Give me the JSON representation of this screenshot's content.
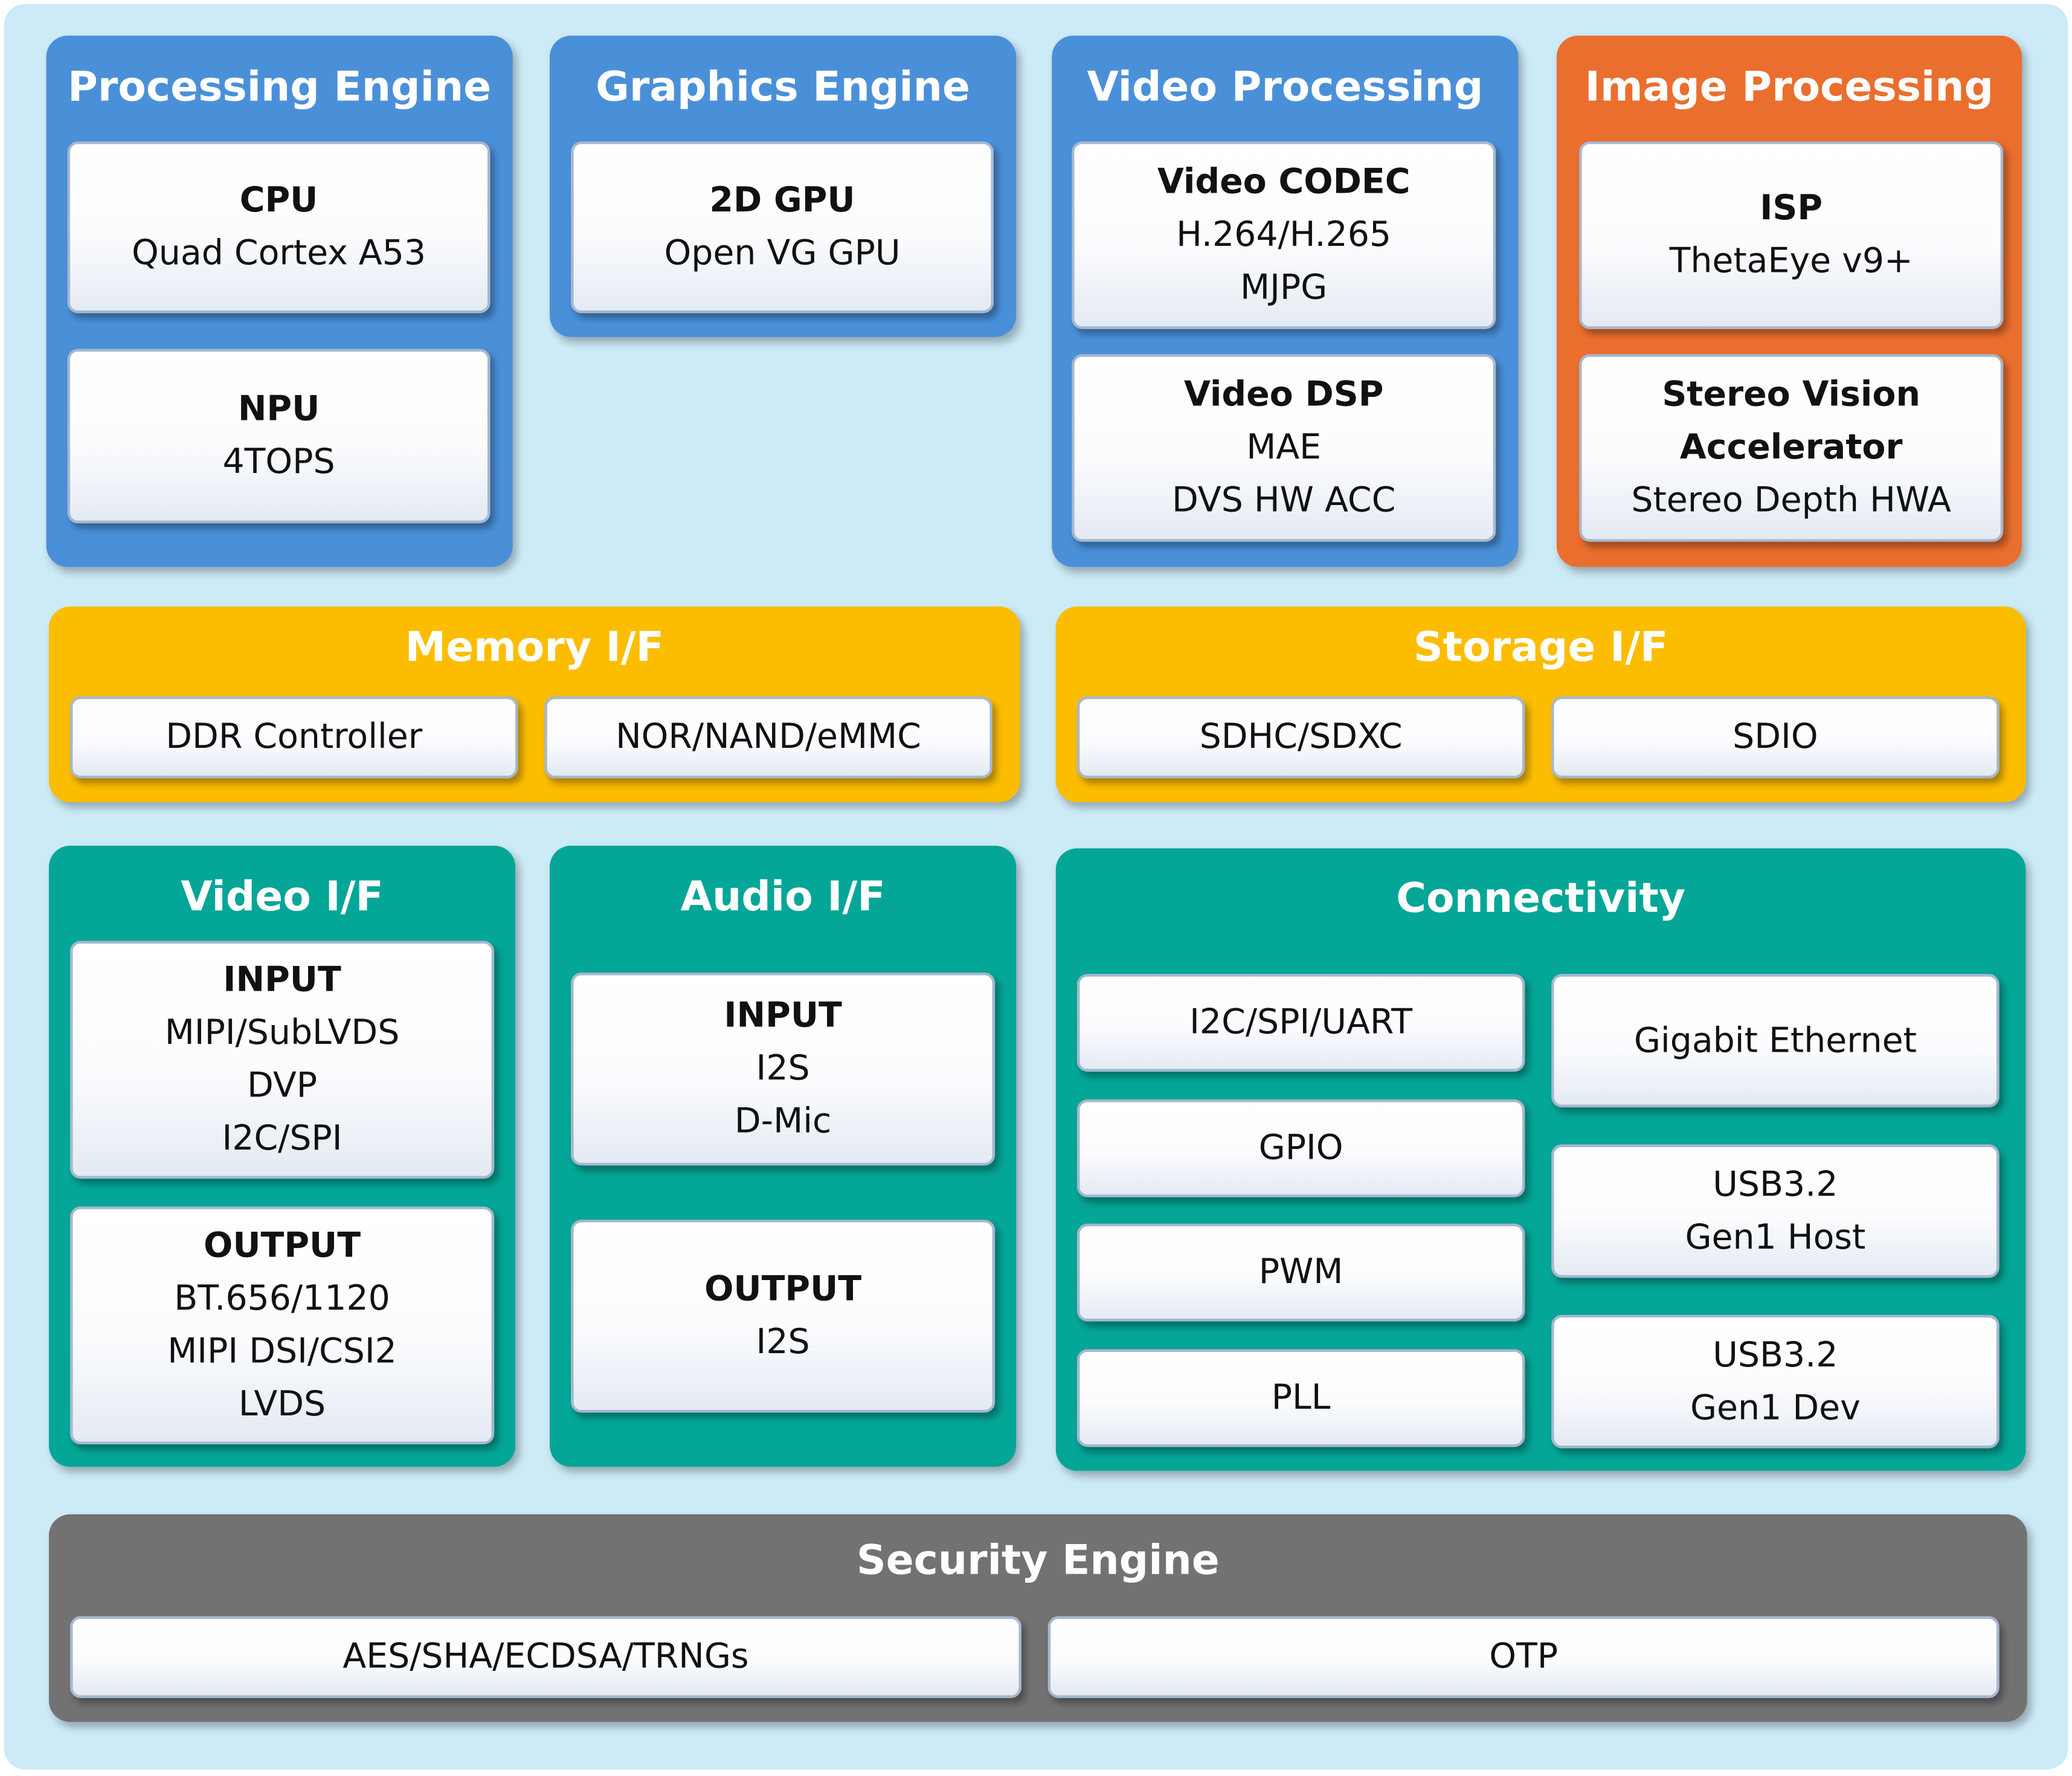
{
  "processing": {
    "title": "Processing Engine",
    "cpu": {
      "name": "CPU",
      "detail": "Quad Cortex A53"
    },
    "npu": {
      "name": "NPU",
      "detail": "4TOPS"
    }
  },
  "graphics": {
    "title": "Graphics Engine",
    "gpu": {
      "name": "2D GPU",
      "detail": "Open VG GPU"
    }
  },
  "video_processing": {
    "title": "Video Processing",
    "codec": {
      "name": "Video CODEC",
      "line1": "H.264/H.265",
      "line2": "MJPG"
    },
    "dsp": {
      "name": "Video DSP",
      "line1": "MAE",
      "line2": "DVS HW ACC"
    }
  },
  "image_processing": {
    "title": "Image Processing",
    "isp": {
      "name": "ISP",
      "detail": "ThetaEye v9+"
    },
    "stereo": {
      "name_line1": "Stereo Vision",
      "name_line2": "Accelerator",
      "detail": "Stereo Depth HWA"
    }
  },
  "memory_if": {
    "title": "Memory I/F",
    "items": [
      "DDR Controller",
      "NOR/NAND/eMMC"
    ]
  },
  "storage_if": {
    "title": "Storage I/F",
    "items": [
      "SDHC/SDXC",
      "SDIO"
    ]
  },
  "video_if": {
    "title": "Video I/F",
    "input": {
      "name": "INPUT",
      "lines": [
        "MIPI/SubLVDS",
        "DVP",
        "I2C/SPI"
      ]
    },
    "output": {
      "name": "OUTPUT",
      "lines": [
        "BT.656/1120",
        "MIPI DSI/CSI2",
        "LVDS"
      ]
    }
  },
  "audio_if": {
    "title": "Audio I/F",
    "input": {
      "name": "INPUT",
      "lines": [
        "I2S",
        "D-Mic"
      ]
    },
    "output": {
      "name": "OUTPUT",
      "lines": [
        "I2S"
      ]
    }
  },
  "connectivity": {
    "title": "Connectivity",
    "left": [
      "I2C/SPI/UART",
      "GPIO",
      "PWM",
      "PLL"
    ],
    "ethernet": "Gigabit Ethernet",
    "usb_host": {
      "line1": "USB3.2",
      "line2": "Gen1 Host"
    },
    "usb_dev": {
      "line1": "USB3.2",
      "line2": "Gen1 Dev"
    }
  },
  "security": {
    "title": "Security Engine",
    "items": [
      "AES/SHA/ECDSA/TRNGs",
      "OTP"
    ]
  },
  "colors": {
    "background": "#cdeaf7",
    "blue": "#4a90d9",
    "orange": "#ea6e2e",
    "yellow": "#fcbd00",
    "teal": "#04a697",
    "gray": "#727272"
  }
}
